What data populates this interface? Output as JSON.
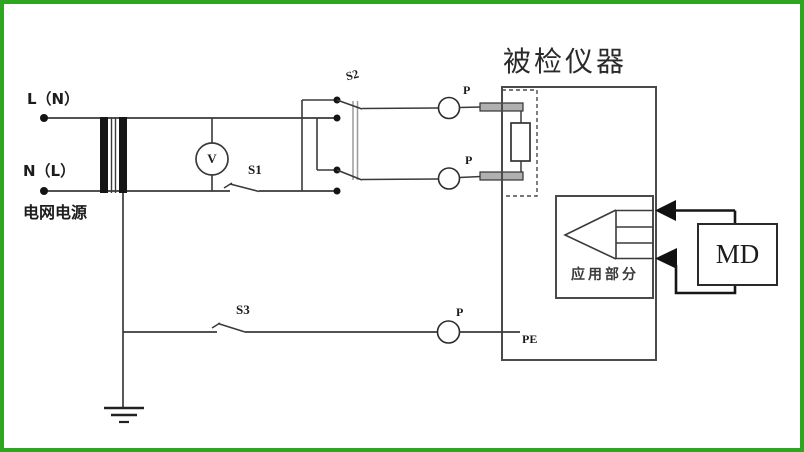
{
  "diagram": {
    "title": "被检仪器",
    "labels": {
      "line_l": "L（N）",
      "line_n": "N（L）",
      "mains_source": "电网电源",
      "voltmeter": "V",
      "switch_s1": "S1",
      "switch_s2": "S2",
      "switch_s3": "S3",
      "probe_top": "P",
      "probe_bottom": "P",
      "probe_pe": "P",
      "pe_terminal": "PE",
      "applied_part": "应用部分",
      "measuring_device": "MD"
    },
    "colors": {
      "frame_green": "#2EA621",
      "wire": "#3a3a3a",
      "text": "#1c1c1c",
      "pin_fill": "#b0b0b0",
      "linkage_gray": "#9a9a9a"
    }
  }
}
